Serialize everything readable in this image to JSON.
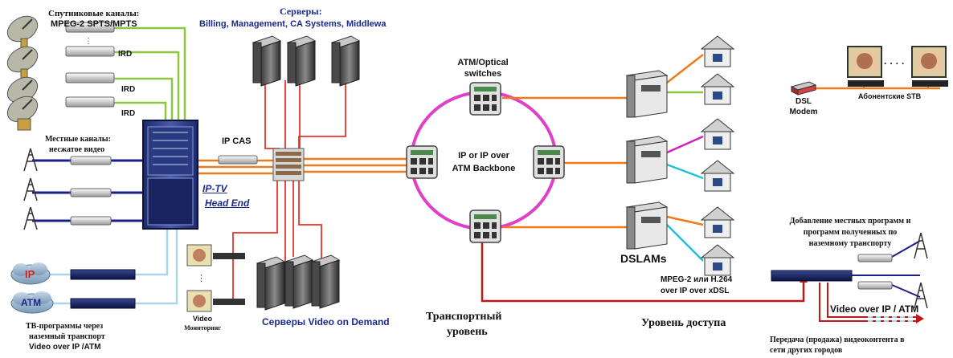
{
  "labels": {
    "satellite_title": "Спутниковые каналы:",
    "satellite_sub": "MPEG-2 SPTS/MPTS",
    "ird": "IRD",
    "local_title": "Местные каналы:",
    "local_sub": "несжатое видео",
    "servers_title": "Серверы:",
    "servers_sub": "Billing, Management,  CA Systems, Middlewa",
    "ip_cas": "IP CAS",
    "iptv_1": "IP-TV",
    "iptv_2": "Head End",
    "atm_switches_1": "ATM/Optical",
    "atm_switches_2": "switches",
    "backbone_1": "IP or IP over",
    "backbone_2": "ATM Backbone",
    "dslams": "DSLAMs",
    "mpeg_1": "MPEG-2 или H.264",
    "mpeg_2": "over IP over xDSL",
    "dsl_modem_1": "DSL",
    "dsl_modem_2": "Modem",
    "subscriber_stb": "Абонентские STB",
    "dots": "· · · ·",
    "ip_cloud": "IP",
    "atm_cloud": "ATM",
    "tv_programs_1": "ТВ-программы через",
    "tv_programs_2": "наземный транспорт",
    "tv_programs_3": "Video over IP /ATM",
    "video_mon_1": "Video",
    "video_mon_2": "Мониторинг",
    "vod_servers": "Серверы Video on Demand",
    "transport_1": "Транспортный",
    "transport_2": "уровень",
    "access_level": "Уровень доступа",
    "local_add_1": "Добавление местных программ и",
    "local_add_2": "программ полученных по",
    "local_add_3": "наземному транспорту",
    "video_over_ip": "Video over IP / ATM",
    "resale_1": "Передача (продажа) видеоконтента в",
    "resale_2": "сети других городов"
  },
  "colors": {
    "green_link": "#8dc63f",
    "red_link": "#e8342a",
    "orange_link": "#f07a1a",
    "navy_link": "#1c1f8a",
    "lightblue_link": "#a8d8e8",
    "ring": "#e040c8",
    "magenta_link": "#d020c0",
    "cyan_link": "#20c0d8",
    "darkred_link": "#c01818"
  }
}
